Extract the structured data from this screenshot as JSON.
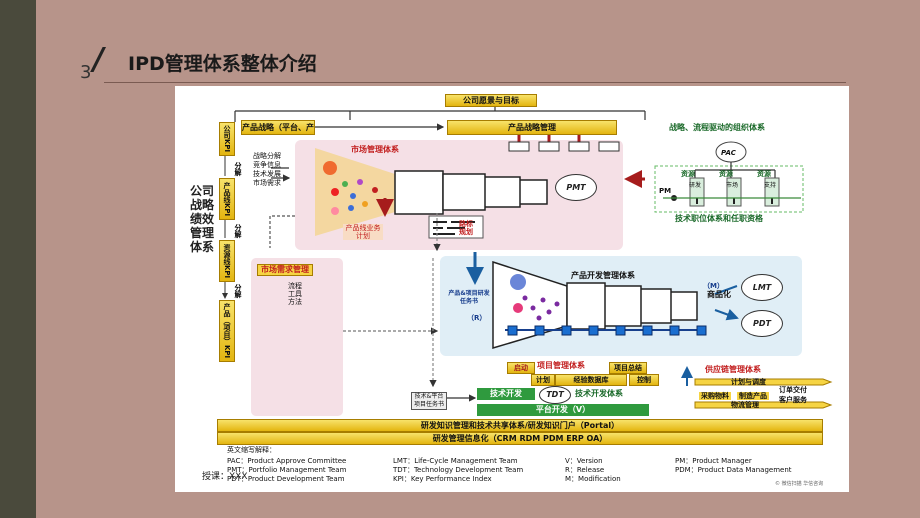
{
  "slide_number": "3",
  "title": "IPD管理体系整体介绍",
  "footer_credit": "授课：XXX",
  "diagram": {
    "top_box": "公司愿景与目标",
    "left_vertical_text": "公司战略绩效管理体系",
    "kpi_labels": [
      "公司KPI",
      "产品线KPI",
      "资源线KPI",
      "产品（项目）KPI"
    ],
    "decompose_labels": [
      "分解",
      "分解",
      "分解"
    ],
    "strategy_bars": [
      "产品战略（平台、产品、技术）",
      "产品战略管理"
    ],
    "org_system": "战略、流程驱动的组织体系",
    "org_items": {
      "pac": "PAC",
      "pm": "PM",
      "resources": [
        "资源",
        "资源",
        "资源"
      ],
      "departments": [
        "研发",
        "市场",
        "支持"
      ],
      "tech_position": "技术职位体系和任职资格"
    },
    "market_system": "市场管理体系",
    "market_inputs": [
      "战略分解",
      "竞争信息",
      "技术发展",
      "市场需求"
    ],
    "pmt": "PMT",
    "product_line_plan": "产品线业务计划",
    "roadmap": "路标规划",
    "demand_mgmt": "市场需求管理",
    "demand_tools": "流程工具方法",
    "dev_task_book": "产品&项目研发任务书",
    "r_label": "（R）",
    "product_dev_system": "产品开发管理体系",
    "m_label": "（M）",
    "commercialize": "商品化",
    "lmt": "LMT",
    "pdt": "PDT",
    "project_mgmt": {
      "title": "项目管理体系",
      "start": "启动",
      "summary": "项目总结",
      "items": [
        "计划",
        "经验数据库",
        "控制"
      ]
    },
    "supply_chain": {
      "title": "供应链管理体系",
      "items": [
        "计划与调度",
        "采购物料",
        "制造产品",
        "订单交付",
        "客户服务",
        "物流管理"
      ]
    },
    "tech_dev": {
      "task_book": "技术&平台项目任务书",
      "dev": "技术开发",
      "tdt": "TDT",
      "system": "技术开发体系",
      "platform": "平台开发（V）"
    },
    "bottom_bars": [
      "研发知识管理和技术共享体系/研发知识门户（Portal）",
      "研发管理信息化（CRM RDM PDM ERP OA）"
    ],
    "glossary_title": "英文缩写解释：",
    "glossary": [
      [
        "PAC：Product Approve Committee",
        "LMT：Life-Cycle Management Team",
        "V：Version",
        "PM：Product Manager"
      ],
      [
        "PMT：Portfolio Management Team",
        "TDT：Technology Development Team",
        "R：Release",
        "PDM：Product Data Management"
      ],
      [
        "PDT：Product Development Team",
        "KPI：Key Performance Index",
        "M：Modification",
        ""
      ]
    ],
    "watermark": "© 微信扫描 华信咨询"
  }
}
